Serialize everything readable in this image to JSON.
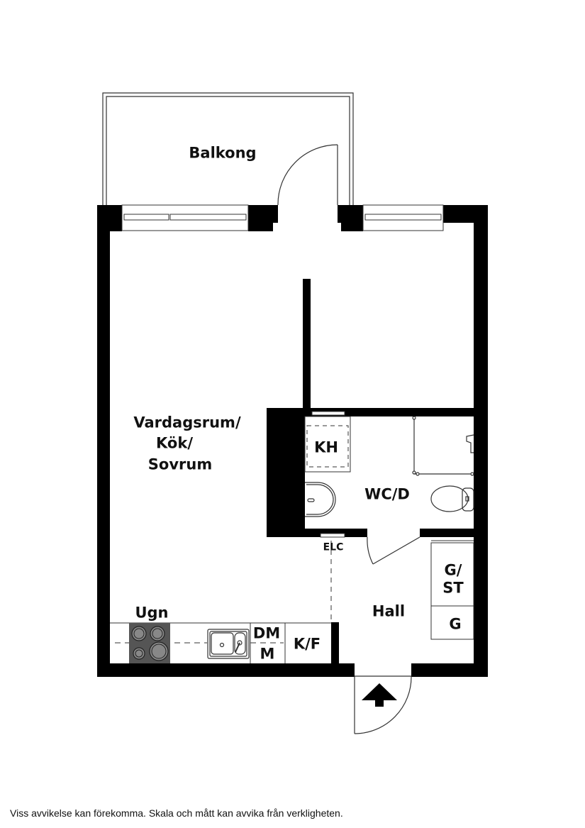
{
  "plan": {
    "wall_color": "#000000",
    "line_color": "#333333",
    "stove_color": "#555555",
    "rooms": {
      "balcony": "Balkong",
      "living": [
        "Vardagsrum/",
        "Kök/",
        "Sovrum"
      ],
      "laundry": "KH",
      "bathroom": "WC/D",
      "electric": "ELC",
      "hall": "Hall",
      "wardrobe_top": [
        "G/",
        "ST"
      ],
      "wardrobe_bottom": "G",
      "oven": "Ugn",
      "dishwasher": [
        "DM",
        "M"
      ],
      "fridge": "K/F"
    },
    "entrance_icon": "entrance-arrow-icon"
  },
  "footer": {
    "disclaimer": "Viss avvikelse kan förekomma. Skala och mått kan avvika från verkligheten."
  }
}
